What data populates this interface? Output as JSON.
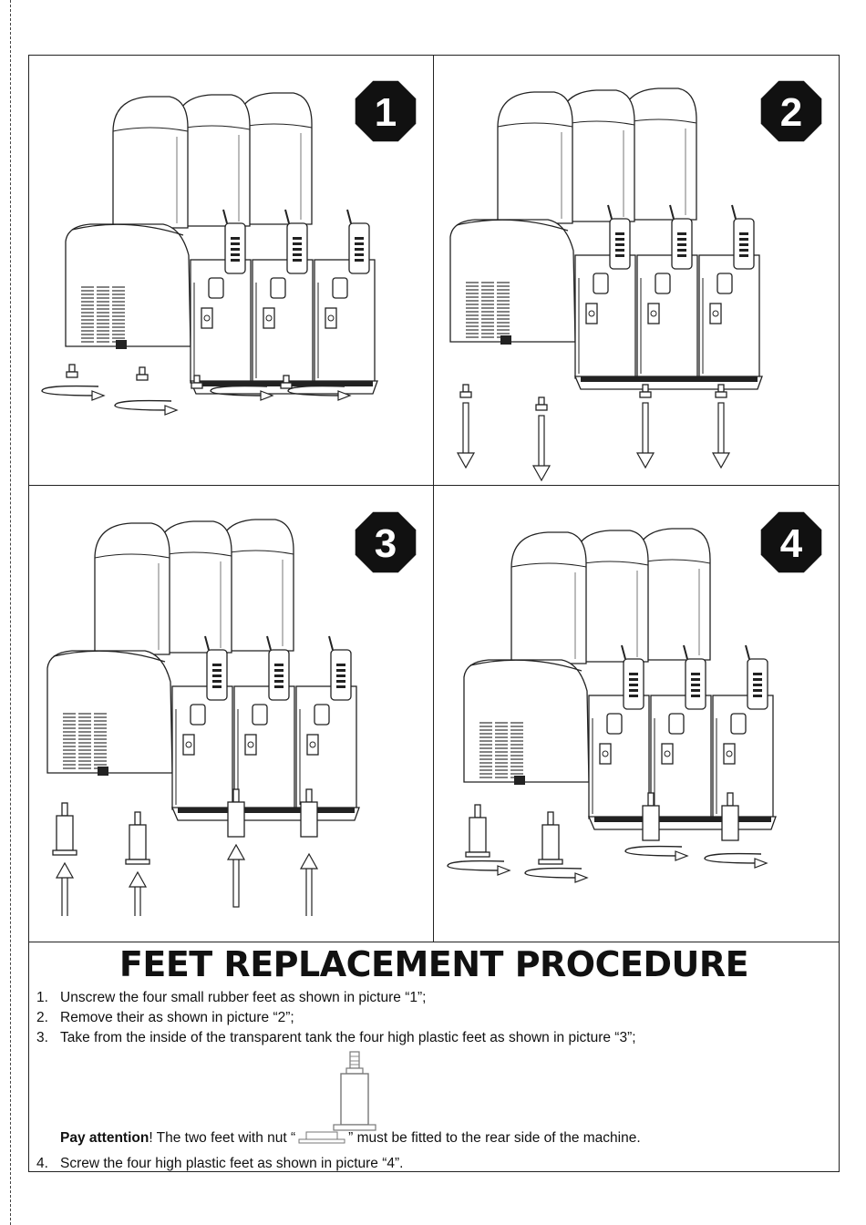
{
  "panels": [
    {
      "number": "1"
    },
    {
      "number": "2"
    },
    {
      "number": "3"
    },
    {
      "number": "4"
    }
  ],
  "title": "FEET REPLACEMENT PROCEDURE",
  "steps": [
    {
      "num": "1.",
      "text": "Unscrew the four small rubber feet as shown in picture “1”;"
    },
    {
      "num": "2.",
      "text": "Remove their as shown in picture “2”;"
    },
    {
      "num": "3.",
      "text": "Take from the inside of the transparent tank the four high plastic feet as shown in picture “3”;"
    },
    {
      "num": "4.",
      "text": "Screw the four high plastic feet as shown in picture “4”."
    }
  ],
  "attention": {
    "label": "Pay attention",
    "text_before": "! The two feet with nut “",
    "text_after": "” must be fitted to the rear side of the machine."
  }
}
